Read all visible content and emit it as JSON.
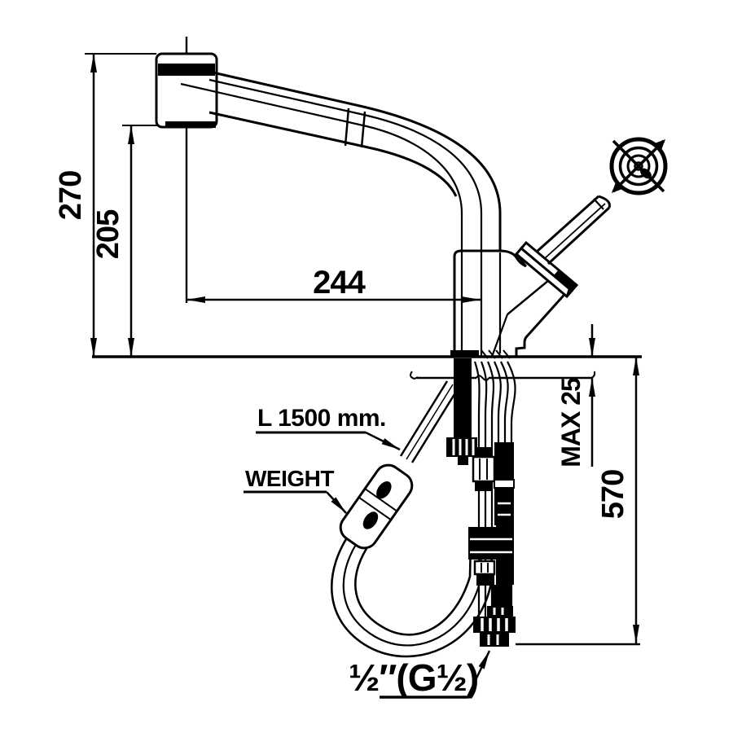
{
  "drawing": {
    "dimensions": {
      "overall_height": "270",
      "spout_height": "205",
      "spout_reach": "244",
      "deck_thickness": "MAX 25",
      "below_deck_depth": "570"
    },
    "labels": {
      "hose_length": "L 1500 mm.",
      "weight": "WEIGHT",
      "connection_size": "½″(G½)"
    },
    "colors": {
      "line": "#000000",
      "background": "#ffffff"
    }
  }
}
